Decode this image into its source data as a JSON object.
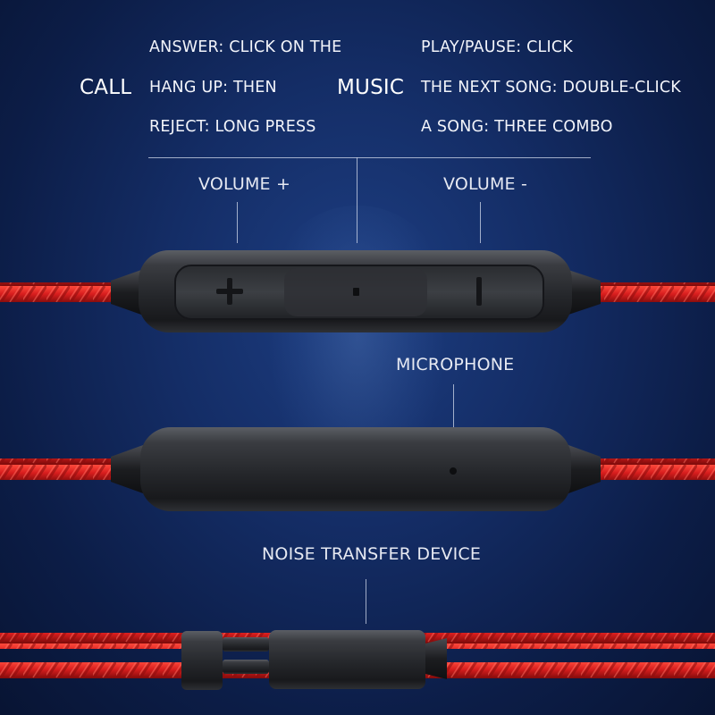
{
  "call": {
    "heading": "CALL",
    "lines": [
      "ANSWER: CLICK ON THE",
      "HANG UP: THEN",
      "REJECT: LONG PRESS"
    ]
  },
  "music": {
    "heading": "MUSIC",
    "lines": [
      "PLAY/PAUSE: CLICK",
      "THE NEXT SONG: DOUBLE-CLICK",
      "A SONG: THREE COMBO"
    ]
  },
  "labels": {
    "volume_up": "VOLUME +",
    "volume_down": "VOLUME -",
    "microphone": "MICROPHONE",
    "noise_device": "NOISE TRANSFER DEVICE"
  },
  "colors": {
    "background": "#142d66",
    "cable": "#d81e1e",
    "housing": "#2b2d31"
  }
}
